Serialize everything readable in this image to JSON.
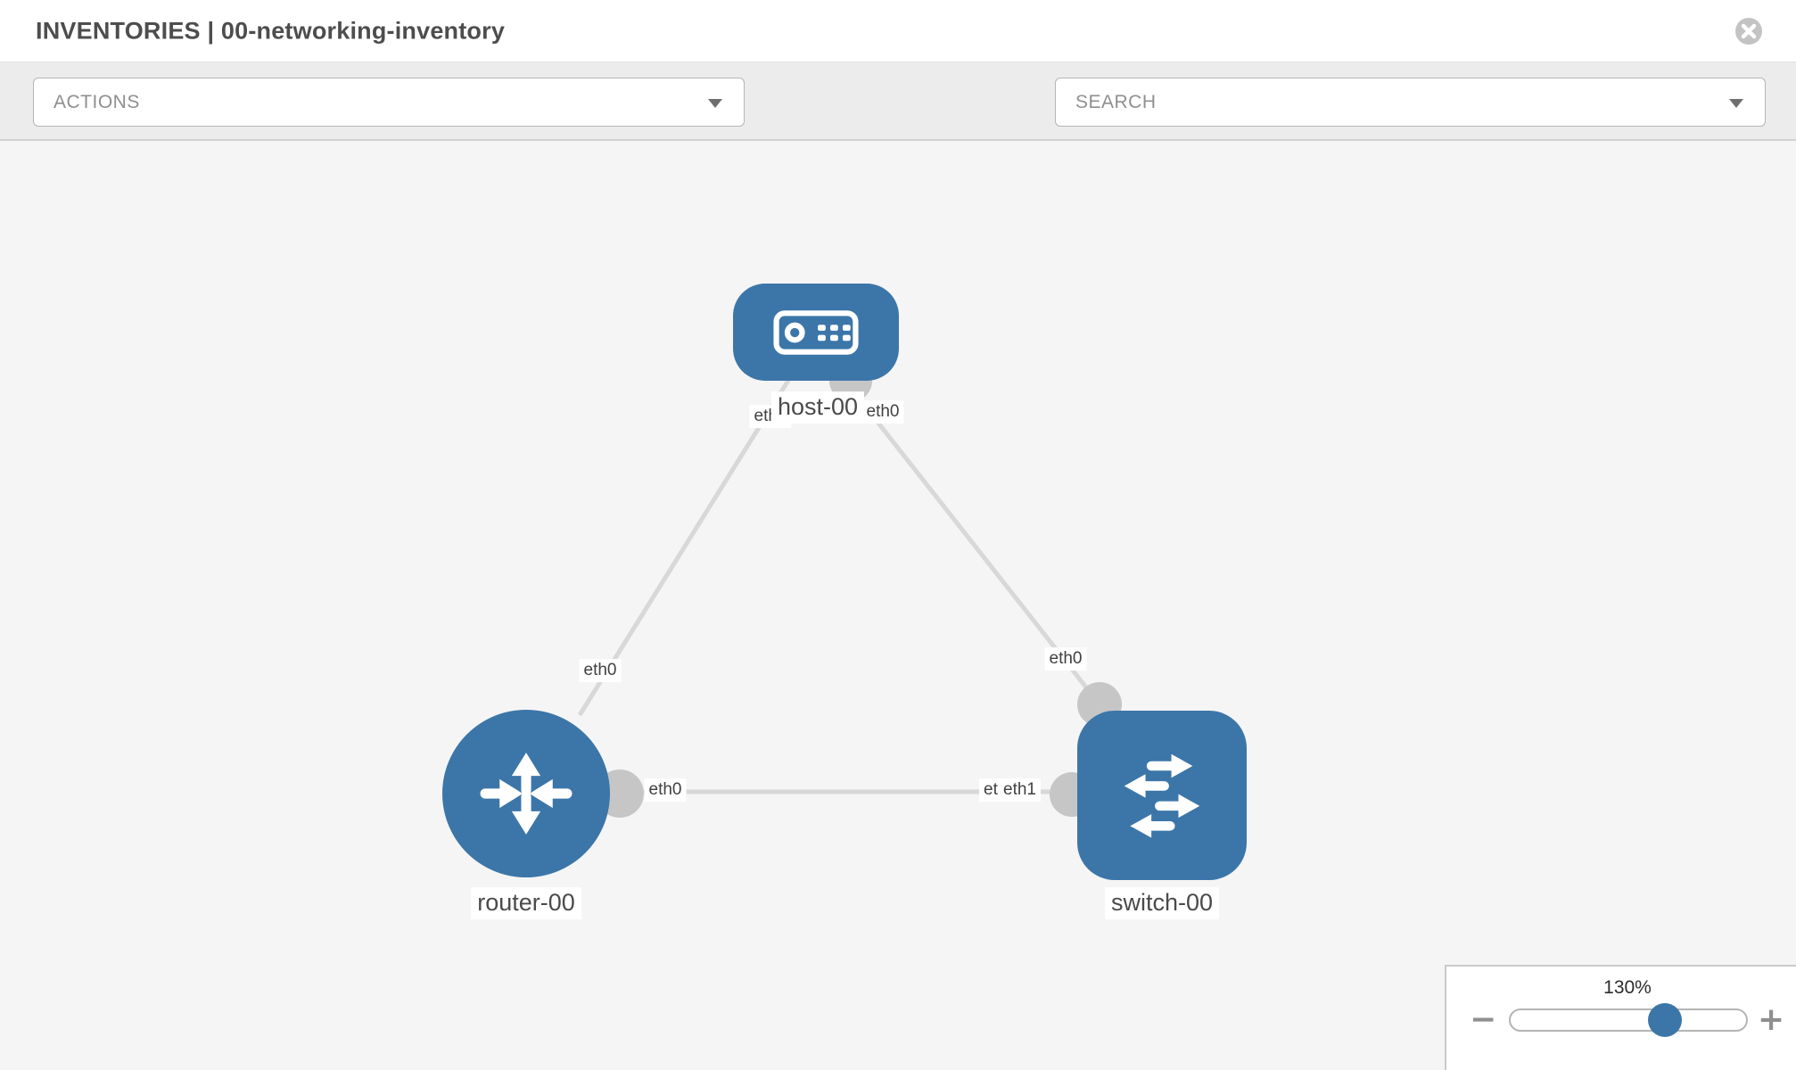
{
  "header": {
    "title": "INVENTORIES | 00-networking-inventory"
  },
  "toolbar": {
    "actions_dropdown": {
      "value": "ACTIONS"
    },
    "search_dropdown": {
      "value": "SEARCH"
    },
    "tools": [
      {
        "icon": "wrench-icon"
      },
      {
        "icon": "key-icon"
      }
    ]
  },
  "topology": {
    "nodes": [
      {
        "label": "host-00",
        "type": "host"
      },
      {
        "label": "router-00",
        "type": "router"
      },
      {
        "label": "switch-00",
        "type": "switch"
      }
    ],
    "links": [
      {
        "from": "host-00",
        "to": "router-00",
        "from_port": "eth0",
        "to_port": "eth0"
      },
      {
        "from": "host-00",
        "to": "switch-00",
        "from_port": "eth0",
        "to_port": "eth0"
      },
      {
        "from": "router-00",
        "to": "switch-00",
        "from_port": "eth0",
        "to_port": "eth1",
        "overlapped_port": "eth0"
      }
    ]
  },
  "zoom_control": {
    "level": "130%",
    "minus": "−",
    "plus": "+"
  },
  "colors": {
    "node_fill": "#3C76A9",
    "canvas_bg": "#F5F5F5",
    "link": "#D8D8D8",
    "endpoint": "#C6C6C6"
  }
}
